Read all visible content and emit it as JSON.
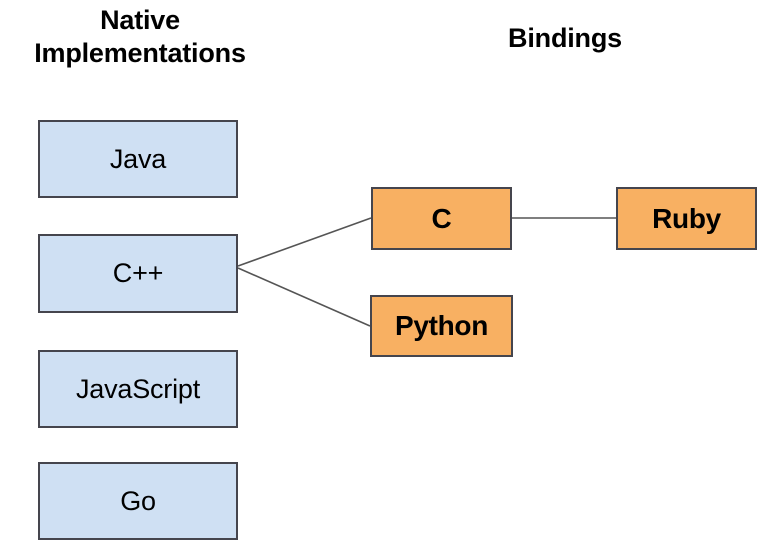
{
  "diagram": {
    "columns": [
      {
        "id": "native",
        "title": "Native\nImplementations"
      },
      {
        "id": "bindings",
        "title": "Bindings"
      }
    ],
    "colors": {
      "native_fill": "#cfe0f3",
      "binding_fill": "#f8b062",
      "node_border": "#45454d",
      "connector": "#555555",
      "text": "#000000",
      "background": "#ffffff"
    },
    "native_nodes": [
      {
        "id": "java",
        "label": "Java"
      },
      {
        "id": "cpp",
        "label": "C++"
      },
      {
        "id": "javascript",
        "label": "JavaScript"
      },
      {
        "id": "go",
        "label": "Go"
      }
    ],
    "binding_nodes": [
      {
        "id": "c",
        "label": "C"
      },
      {
        "id": "python",
        "label": "Python"
      },
      {
        "id": "ruby",
        "label": "Ruby"
      }
    ],
    "connections": [
      {
        "from": "cpp",
        "to": "c"
      },
      {
        "from": "cpp",
        "to": "python"
      },
      {
        "from": "c",
        "to": "ruby"
      }
    ]
  }
}
